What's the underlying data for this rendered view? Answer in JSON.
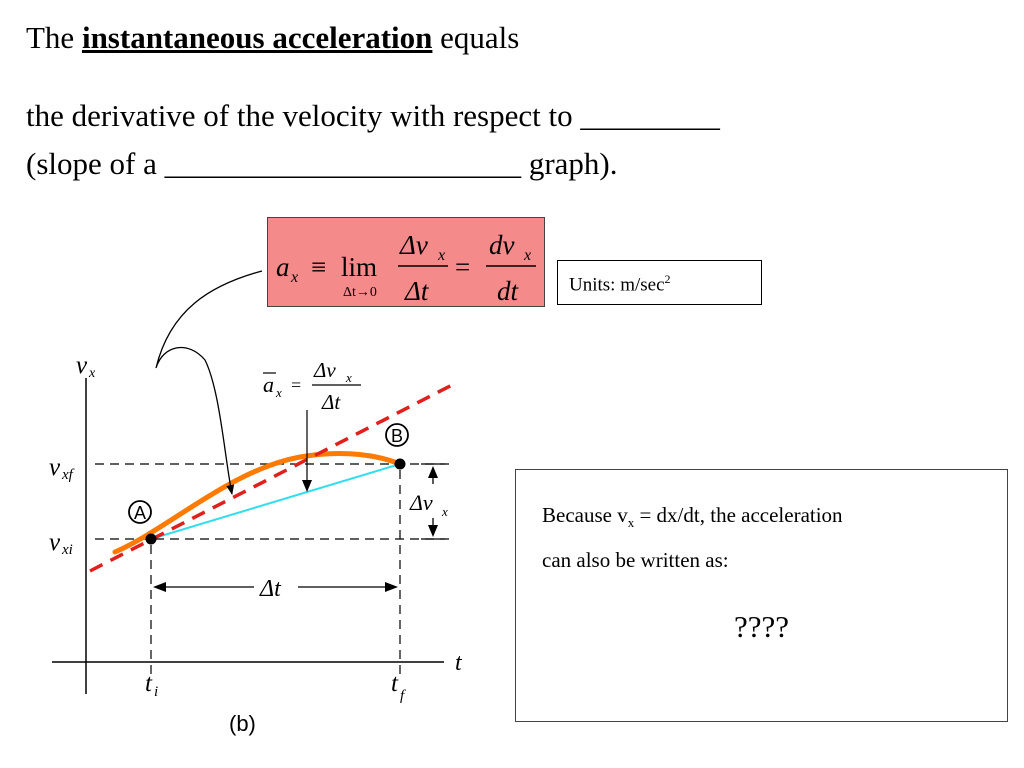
{
  "header": {
    "line1_pre": "The ",
    "line1_term": "instantaneous acceleration",
    "line1_post": " equals",
    "line2": "the derivative of the velocity with respect to _________",
    "line3": "(slope of a _______________________ graph)."
  },
  "formula": {
    "lhs_var": "a",
    "lhs_sub": "x",
    "equiv": "≡",
    "lim": "lim",
    "lim_sub": "Δt→0",
    "num1": "Δv",
    "num1_sub": "x",
    "den1": "Δt",
    "eq": "=",
    "num2": "dv",
    "num2_sub": "x",
    "den2": "dt"
  },
  "units": {
    "text": "Units: m/sec",
    "sup": "2"
  },
  "info": {
    "line1_pre": "Because v",
    "line1_sub": "x",
    "line1_post": " = dx/dt, the acceleration",
    "line2": "can also be written as:",
    "question": "????"
  },
  "graph": {
    "y_axis_label": "v",
    "y_axis_sub": "x",
    "x_axis_label": "t",
    "vxf_label": "v",
    "vxf_sub": "xf",
    "vxi_label": "v",
    "vxi_sub": "xi",
    "ti_label": "t",
    "ti_sub": "i",
    "tf_label": "t",
    "tf_sub": "f",
    "point_a": "A",
    "point_b": "B",
    "delta_t": "Δt",
    "delta_v": "Δv",
    "delta_v_sub": "x",
    "avg_var": "a",
    "avg_sub": "x",
    "avg_eq": "=",
    "avg_num": "Δv",
    "avg_num_sub": "x",
    "avg_den": "Δt",
    "caption": "(b)"
  },
  "colors": {
    "curve": "#ff7a00",
    "tangent": "#e0201c",
    "chord": "#33ddee",
    "formula_bg": "#f58a8a"
  }
}
